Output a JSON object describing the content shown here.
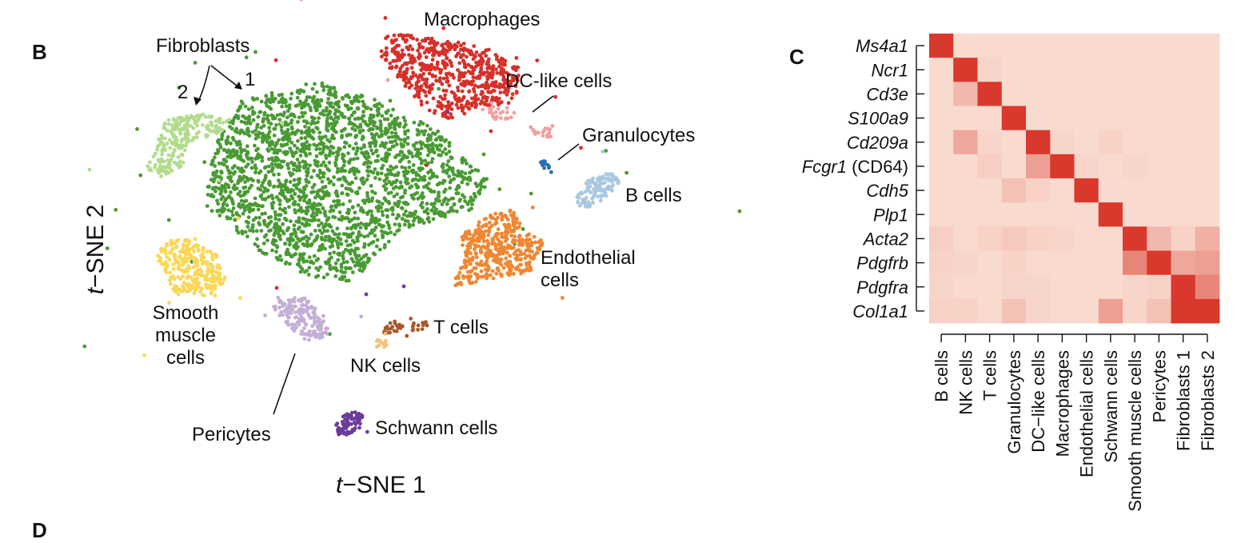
{
  "panels": {
    "b": "B",
    "c": "C",
    "d": "D"
  },
  "tsne": {
    "x_axis": {
      "italic": "t",
      "rest": "−SNE 1"
    },
    "y_axis": {
      "italic": "t",
      "rest": "−SNE 2"
    },
    "fibroblast_numbers": [
      "2",
      "1"
    ],
    "clusters": [
      {
        "name": "Fibroblasts",
        "color": "#4a9a34"
      },
      {
        "name": "Fibroblasts 2",
        "color": "#b2dc8c"
      },
      {
        "name": "Macrophages",
        "color": "#d6302a"
      },
      {
        "name": "DC-like cells",
        "color": "#f0a0a0"
      },
      {
        "name": "Granulocytes",
        "color": "#2d6fb0"
      },
      {
        "name": "B cells",
        "color": "#a8c8e2"
      },
      {
        "name": "Endothelial cells",
        "color": "#f08732"
      },
      {
        "name": "Smooth muscle cells",
        "color": "#fbd756"
      },
      {
        "name": "Pericytes",
        "color": "#c4aed6"
      },
      {
        "name": "T cells",
        "color": "#a8582a"
      },
      {
        "name": "NK cells",
        "color": "#f5c07a"
      },
      {
        "name": "Schwann cells",
        "color": "#6a3d9a"
      }
    ],
    "labels": {
      "fibroblasts": "Fibroblasts",
      "macrophages": "Macrophages",
      "dc_like": "DC-like cells",
      "granulocytes": "Granulocytes",
      "b_cells": "B cells",
      "endothelial": "Endothelial\ncells",
      "smooth_muscle": "Smooth\nmuscle\ncells",
      "pericytes": "Pericytes",
      "t_cells": "T cells",
      "nk_cells": "NK cells",
      "schwann": "Schwann cells"
    }
  },
  "chart_data": {
    "type": "heatmap",
    "rows": [
      "Ms4a1",
      "Ncr1",
      "Cd3e",
      "S100a9",
      "Cd209a",
      "Fcgr1",
      "Cdh5",
      "Plp1",
      "Acta2",
      "Pdgfrb",
      "Pdgfra",
      "Col1a1"
    ],
    "row_suffixes": [
      "",
      "",
      "",
      "",
      "",
      " (CD64)",
      "",
      "",
      "",
      "",
      "",
      ""
    ],
    "columns": [
      "B cells",
      "NK cells",
      "T cells",
      "Granulocytes",
      "DC−like cells",
      "Macrophages",
      "Endothelial cells",
      "Schwann cells",
      "Smooth muscle cells",
      "Pericytes",
      "Fibroblasts 1",
      "Fibroblasts 2"
    ],
    "color_low": "#fbe3d8",
    "color_high": "#d9382c",
    "values": [
      [
        1.0,
        0.05,
        0.05,
        0.05,
        0.05,
        0.05,
        0.05,
        0.05,
        0.05,
        0.05,
        0.05,
        0.05
      ],
      [
        0.05,
        1.0,
        0.08,
        0.05,
        0.05,
        0.05,
        0.05,
        0.05,
        0.05,
        0.05,
        0.05,
        0.05
      ],
      [
        0.05,
        0.25,
        1.0,
        0.05,
        0.05,
        0.05,
        0.05,
        0.05,
        0.05,
        0.05,
        0.05,
        0.05
      ],
      [
        0.05,
        0.05,
        0.05,
        1.0,
        0.05,
        0.05,
        0.05,
        0.05,
        0.05,
        0.05,
        0.05,
        0.05
      ],
      [
        0.05,
        0.35,
        0.08,
        0.05,
        1.0,
        0.08,
        0.05,
        0.1,
        0.05,
        0.05,
        0.05,
        0.05
      ],
      [
        0.05,
        0.05,
        0.12,
        0.05,
        0.4,
        1.0,
        0.08,
        0.05,
        0.08,
        0.05,
        0.05,
        0.05
      ],
      [
        0.05,
        0.05,
        0.05,
        0.2,
        0.1,
        0.05,
        1.0,
        0.05,
        0.05,
        0.05,
        0.05,
        0.05
      ],
      [
        0.05,
        0.05,
        0.05,
        0.05,
        0.05,
        0.05,
        0.05,
        1.0,
        0.05,
        0.05,
        0.05,
        0.05
      ],
      [
        0.12,
        0.05,
        0.1,
        0.15,
        0.1,
        0.08,
        0.05,
        0.05,
        1.0,
        0.25,
        0.1,
        0.3
      ],
      [
        0.1,
        0.08,
        0.05,
        0.1,
        0.05,
        0.05,
        0.05,
        0.05,
        0.55,
        1.0,
        0.35,
        0.4
      ],
      [
        0.08,
        0.05,
        0.05,
        0.08,
        0.08,
        0.05,
        0.05,
        0.05,
        0.08,
        0.1,
        1.0,
        0.55
      ],
      [
        0.1,
        0.1,
        0.05,
        0.2,
        0.08,
        0.05,
        0.05,
        0.4,
        0.08,
        0.2,
        1.0,
        1.0
      ]
    ]
  }
}
